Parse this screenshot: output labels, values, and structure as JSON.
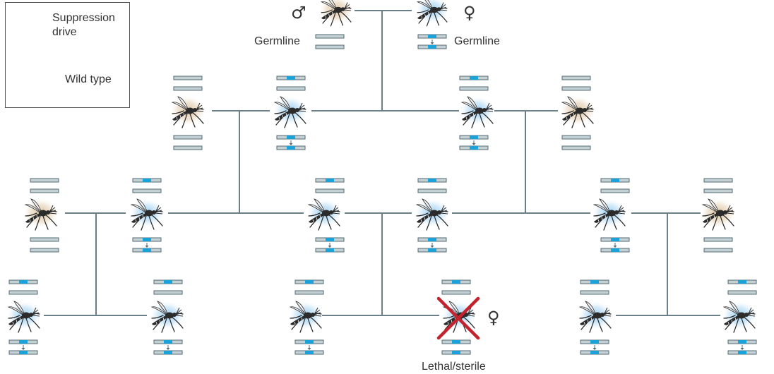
{
  "legend": {
    "suppression_label": "Suppression\ndrive",
    "wildtype_label": "Wild type"
  },
  "top": {
    "male_symbol": "♂",
    "female_symbol": "♀",
    "germline_left": "Germline",
    "germline_right": "Germline"
  },
  "bottom": {
    "female_symbol": "♀",
    "lethal_label": "Lethal/sterile"
  },
  "colors": {
    "drive_blue": "#1aa3d9",
    "chromosome_fill": "#c3d1d4",
    "chromosome_stroke": "#566b73",
    "line": "#6b7f88",
    "wild_glow": "#e3cfb4",
    "drive_glow": "#b8dcf3",
    "cross": "#c4232d",
    "mosquito": "#2b2b2b"
  }
}
